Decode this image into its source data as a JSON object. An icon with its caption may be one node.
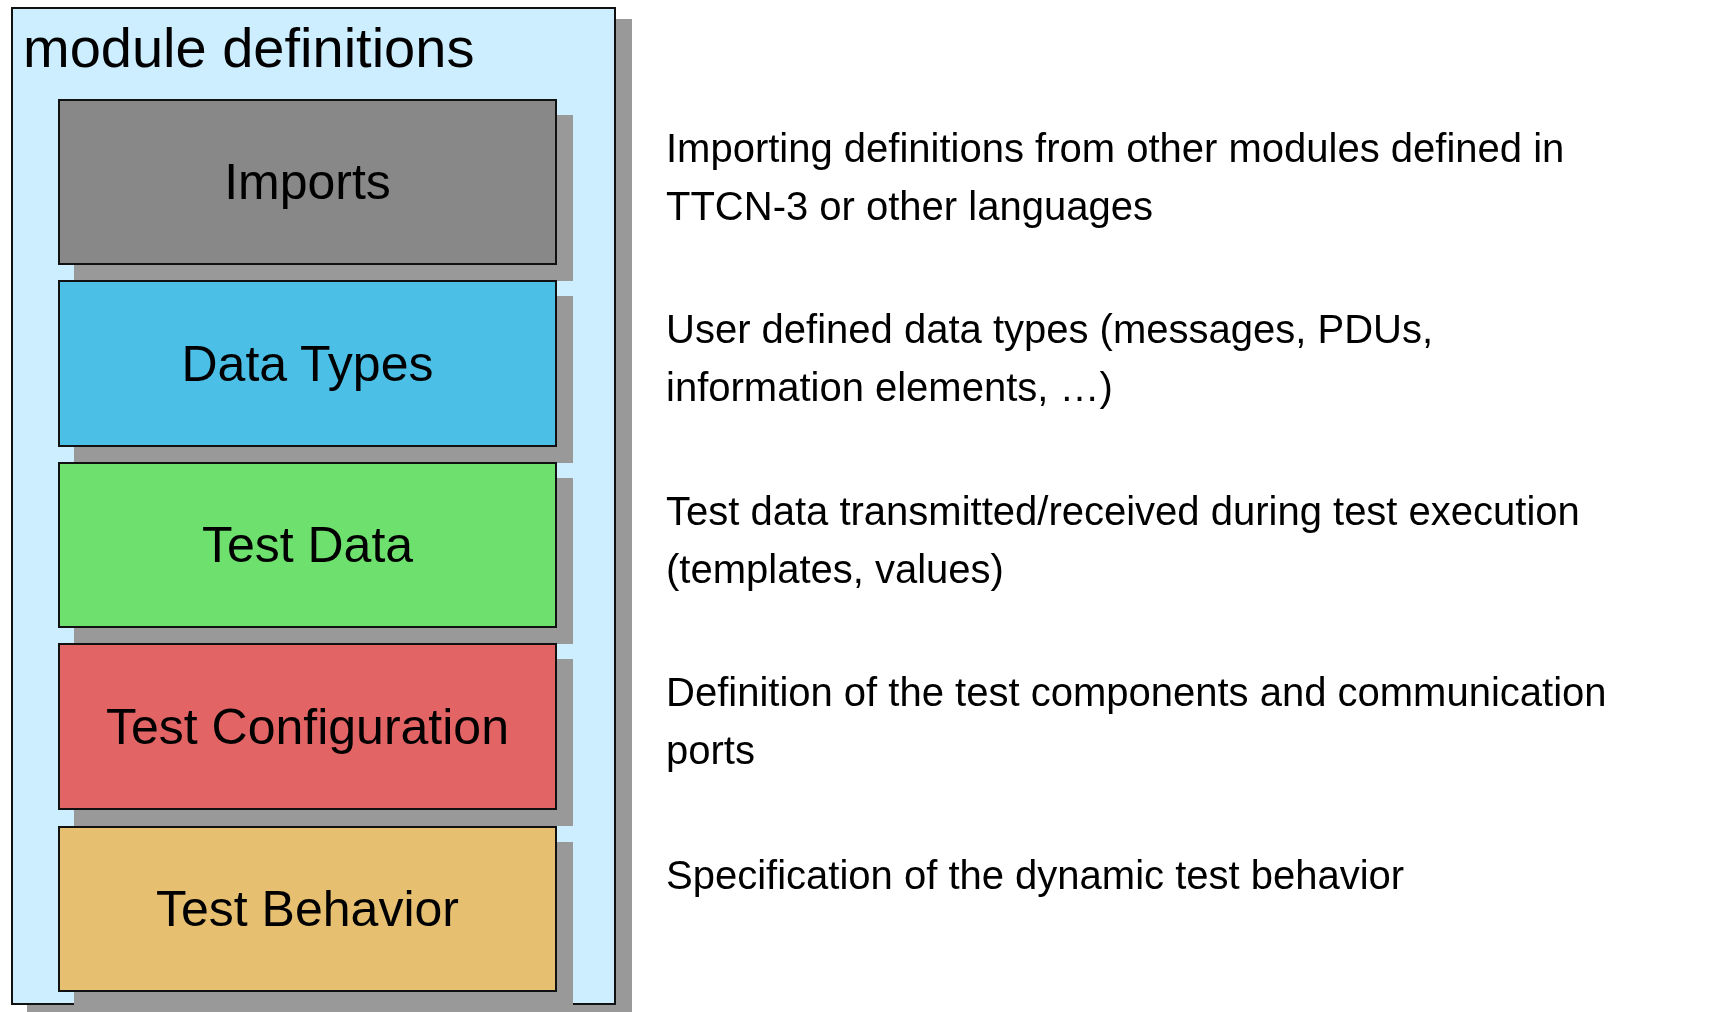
{
  "diagram": {
    "nodes": [
      {
        "text": [
          "module definitions"
        ]
      },
      {
        "text": [
          "Imports"
        ],
        "in": 0,
        "beside": [
          "Importing definitions from other modules defined in TTCN-3 or other languages"
        ]
      },
      {
        "text": [
          "Data Types"
        ],
        "in": 0,
        "beside": [
          "User defined data types (messages, PDUs, information elements, …)"
        ]
      },
      {
        "text": [
          "Test Data"
        ],
        "in": 0,
        "beside": [
          "Test data transmitted/received during test execution (templates, values)"
        ]
      },
      {
        "text": [
          "Test Configuration"
        ],
        "in": 0,
        "beside": [
          "Definition of the test components and communication ports"
        ]
      },
      {
        "text": [
          "Test Behavior"
        ],
        "in": 0,
        "beside": [
          "Specification of the dynamic test behavior"
        ]
      }
    ]
  }
}
